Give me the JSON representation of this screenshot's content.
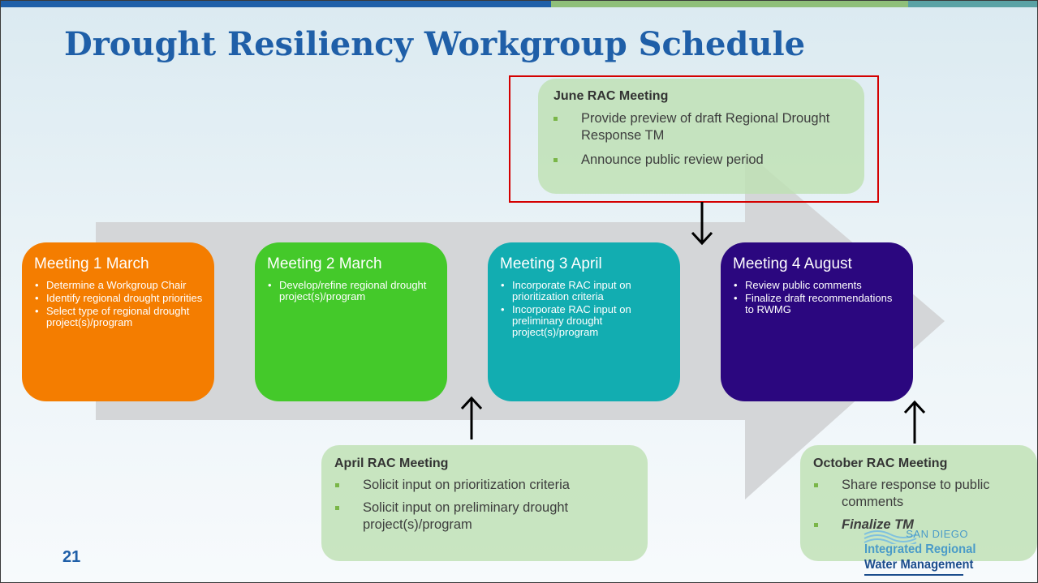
{
  "title": "Drought Resiliency Workgroup Schedule",
  "page_number": "21",
  "meetings": [
    {
      "title": "Meeting 1 March",
      "color": "#f47d00",
      "items": [
        "Determine a Workgroup Chair",
        "Identify regional drought priorities",
        "Select type of regional drought project(s)/program"
      ]
    },
    {
      "title": "Meeting 2 March",
      "color": "#44c92a",
      "items": [
        "Develop/refine regional drought project(s)/program"
      ]
    },
    {
      "title": "Meeting 3 April",
      "color": "#12adb1",
      "items": [
        "Incorporate RAC input on prioritization criteria",
        "Incorporate RAC input on preliminary drought project(s)/program"
      ]
    },
    {
      "title": "Meeting 4 August",
      "color": "#2b077f",
      "items": [
        "Review public comments",
        "Finalize draft recommendations to RWMG"
      ]
    }
  ],
  "rac_meetings": {
    "june": {
      "title": "June RAC Meeting",
      "items": [
        "Provide preview of draft Regional Drought Response TM",
        "Announce public review period"
      ]
    },
    "april": {
      "title": "April RAC Meeting",
      "items": [
        "Solicit input on prioritization criteria",
        "Solicit input on preliminary drought project(s)/program"
      ]
    },
    "october": {
      "title": "October RAC Meeting",
      "items": [
        "Share response to public comments",
        "Finalize TM"
      ]
    }
  },
  "logo": {
    "line1": "SAN DIEGO",
    "line2": "Integrated Regional",
    "line3": "Water Management"
  },
  "colors": {
    "title": "#1f5fa8",
    "highlight_box": "#d40000",
    "rac_box": "#bee0b3",
    "bullet_square": "#7ab648"
  }
}
